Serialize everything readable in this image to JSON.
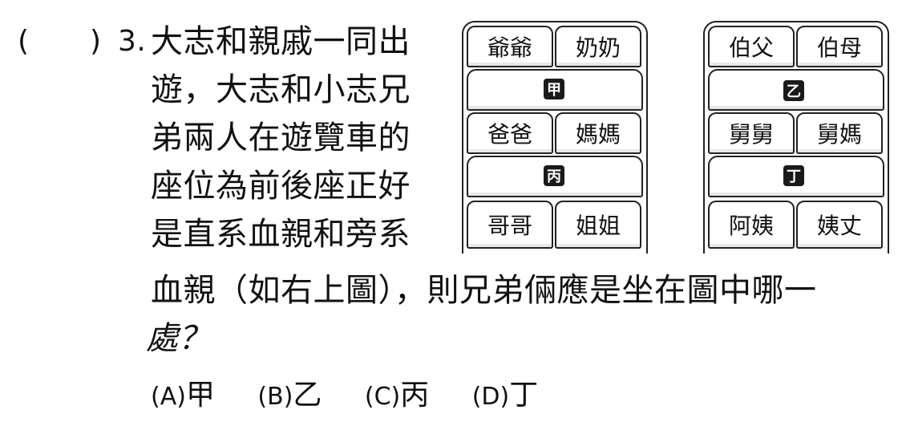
{
  "question": {
    "paren_open": "(",
    "paren_close": ")",
    "number": "3.",
    "lines": [
      "大志和親戚一同出",
      "遊，大志和小志兄",
      "弟兩人在遊覽車的",
      "座位為前後座正好",
      "是直系血親和旁系",
      "血親（如右上圖），則兄弟倆應是坐在圖中哪一",
      "處？"
    ]
  },
  "options": [
    {
      "label": "(A)",
      "text": "甲"
    },
    {
      "label": "(B)",
      "text": "乙"
    },
    {
      "label": "(C)",
      "text": "丙"
    },
    {
      "label": "(D)",
      "text": "丁"
    }
  ],
  "left_bus": {
    "row1": [
      "爺爺",
      "奶奶"
    ],
    "marker1": "甲",
    "row3": [
      "爸爸",
      "媽媽"
    ],
    "marker2": "丙",
    "row5": [
      "哥哥",
      "姐姐"
    ]
  },
  "right_bus": {
    "row1": [
      "伯父",
      "伯母"
    ],
    "marker1": "乙",
    "row3": [
      "舅舅",
      "舅媽"
    ],
    "marker2": "丁",
    "row5": [
      "阿姨",
      "姨丈"
    ]
  }
}
